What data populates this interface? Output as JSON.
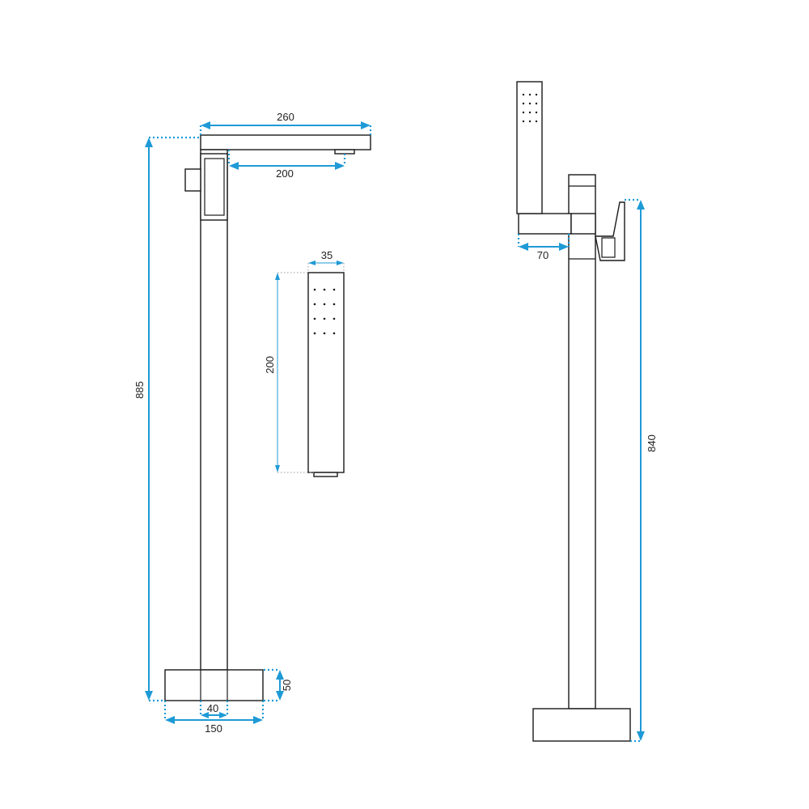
{
  "colors": {
    "dimension": "#1e9ad6",
    "outline": "#1a1a1a"
  },
  "dimensions": {
    "spout_length": "260",
    "spout_reach": "200",
    "total_height": "885",
    "handshower_width": "35",
    "handshower_length": "200",
    "base_height": "50",
    "pipe_width": "40",
    "base_width": "150",
    "holder_depth": "70",
    "side_height": "840"
  }
}
